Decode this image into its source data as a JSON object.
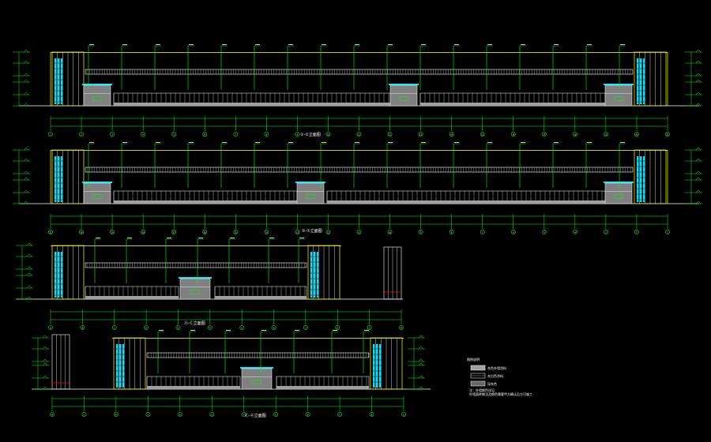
{
  "drawing": {
    "background": "#000000",
    "colors": {
      "line": "#ffffff",
      "leader": "#00ff00",
      "wall": "#ffff00",
      "glass": "#00e5ff",
      "fill": "#a0a0a0",
      "dim": "#00ff00",
      "red": "#ff0000"
    },
    "elevations": [
      {
        "title": "①-②立面图",
        "grid_labels": [
          "1",
          "2",
          "3",
          "4",
          "5",
          "6",
          "7",
          "8",
          "9",
          "10",
          "11",
          "12",
          "13",
          "14",
          "15",
          "16",
          "17",
          "18",
          "19",
          "20",
          "21"
        ]
      },
      {
        "title": "②-①立面图",
        "grid_labels": [
          "21",
          "20",
          "19",
          "18",
          "17",
          "16",
          "15",
          "14",
          "13",
          "12",
          "11",
          "10",
          "9",
          "8",
          "7",
          "6",
          "5",
          "4",
          "3",
          "2",
          "1"
        ]
      },
      {
        "title": "Ⓐ-Ⓒ立面图",
        "grid_labels": [
          "A",
          "B",
          "C",
          "D",
          "E",
          "F",
          "G",
          "H",
          "J",
          "K",
          "L",
          "M"
        ]
      },
      {
        "title": "Ⓒ-Ⓐ立面图",
        "grid_labels": [
          "M",
          "L",
          "K",
          "J",
          "H",
          "G",
          "F",
          "E",
          "D",
          "C",
          "B",
          "A"
        ]
      }
    ],
    "legend": {
      "title": "图例说明",
      "items": [
        "灰色外墙涂料",
        "灰白色涂料",
        "深灰色"
      ],
      "notes": [
        "注：外墙颜色详见",
        "外墙面砖做法及颜色需要甲方确认后方可施工"
      ]
    }
  }
}
